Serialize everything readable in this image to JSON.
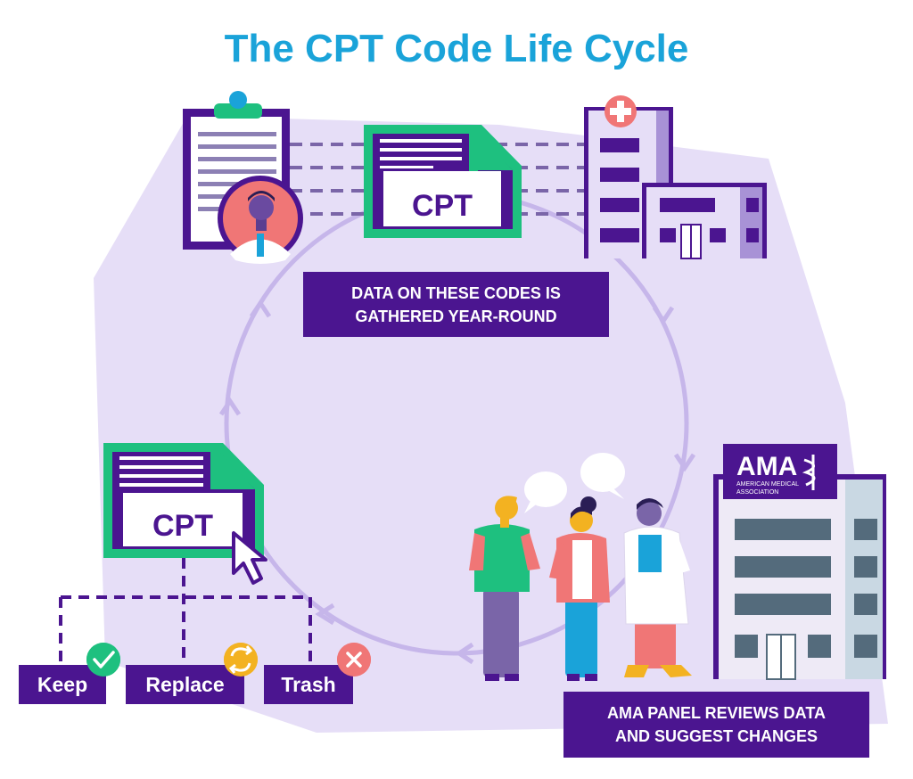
{
  "title": "The CPT Code Life Cycle",
  "colors": {
    "title": "#1aa3d9",
    "purple": "#4b1590",
    "lavender": "#e6def7",
    "cycle": "#c6b6ea",
    "green": "#1ec07f",
    "yellow": "#f3b221",
    "red": "#f07676"
  },
  "cards": {
    "top_label": "CPT",
    "bottom_label": "CPT"
  },
  "captions": {
    "gathered_line1": "DATA ON THESE CODES IS",
    "gathered_line2": "GATHERED YEAR-ROUND",
    "review_line1": "AMA PANEL REVIEWS DATA",
    "review_line2": "AND SUGGEST CHANGES"
  },
  "ama": {
    "logo": "AMA",
    "sub1": "AMERICAN MEDICAL",
    "sub2": "ASSOCIATION"
  },
  "options": [
    {
      "label": "Keep",
      "icon": "check-icon"
    },
    {
      "label": "Replace",
      "icon": "refresh-icon"
    },
    {
      "label": "Trash",
      "icon": "x-icon"
    }
  ]
}
